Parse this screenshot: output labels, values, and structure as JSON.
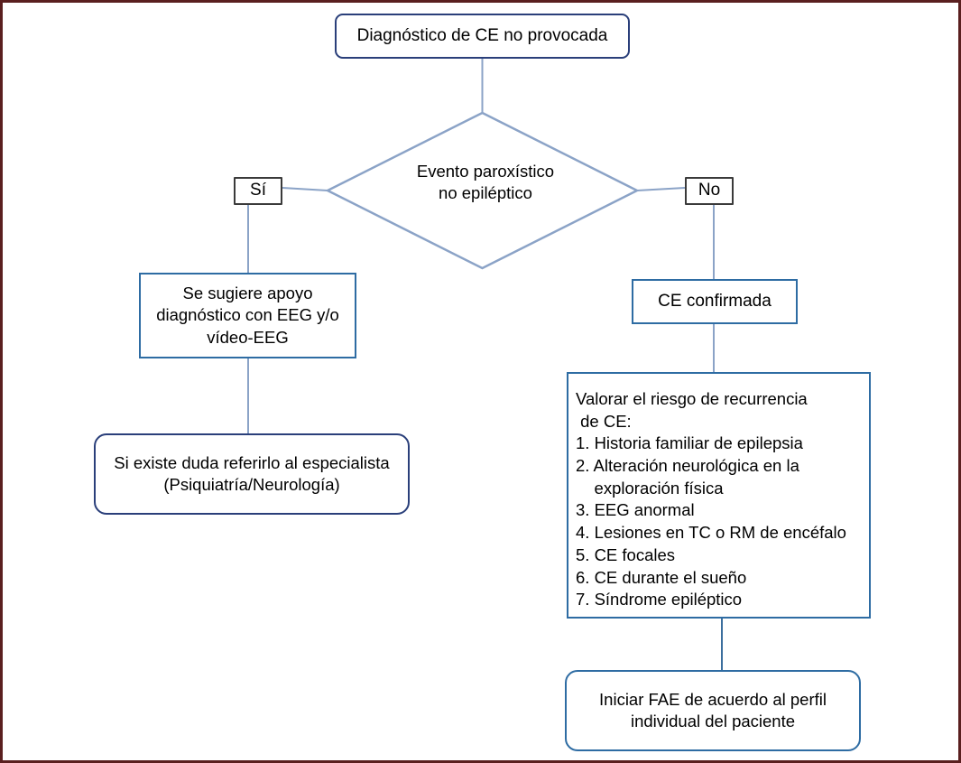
{
  "page": {
    "border_color": "#5a1f1f",
    "background": "#ffffff"
  },
  "palette": {
    "navy": "#2a3f7a",
    "steel_blue": "#2e6ca3",
    "connector": "#8ba3c7",
    "diamond_stroke": "#8ba3c7",
    "label_box_border": "#3a3a3a"
  },
  "flowchart": {
    "title": "Diagnóstico de CE no provocada",
    "nodes": {
      "diagnostico": {
        "label": "Diagnóstico de CE no provocada",
        "shape": "rounded-terminator"
      },
      "decision": {
        "label": "Evento paroxístico\nno epiléptico",
        "shape": "diamond"
      },
      "si": {
        "label": "Sí",
        "shape": "label-box"
      },
      "no": {
        "label": "No",
        "shape": "label-box"
      },
      "apoyo": {
        "label": "Se sugiere apoyo\ndiagnóstico con EEG y/o\nvídeo-EEG",
        "shape": "process"
      },
      "referir": {
        "label": "Si existe duda referirlo al especialista\n(Psiquiatría/Neurología)",
        "shape": "rounded-terminator"
      },
      "confirmada": {
        "label": "CE confirmada",
        "shape": "process"
      },
      "riesgo": {
        "heading_line1": "Valorar el riesgo de recurrencia",
        "heading_line2": " de CE:",
        "items": [
          "1. Historia familiar de epilepsia",
          "2. Alteración neurológica en la",
          "    exploración física",
          "3. EEG anormal",
          "4. Lesiones en TC o RM de encéfalo",
          "5. CE focales",
          "6. CE durante el sueño",
          "7. Síndrome epiléptico"
        ],
        "shape": "process"
      },
      "fae": {
        "label": "Iniciar FAE de acuerdo al perfil\nindividual del paciente",
        "shape": "rounded-terminator"
      }
    },
    "edges": [
      {
        "from": "diagnostico",
        "to": "decision",
        "label": ""
      },
      {
        "from": "decision",
        "to": "si",
        "label": "Sí"
      },
      {
        "from": "decision",
        "to": "no",
        "label": "No"
      },
      {
        "from": "si",
        "to": "apoyo",
        "label": ""
      },
      {
        "from": "apoyo",
        "to": "referir",
        "label": ""
      },
      {
        "from": "no",
        "to": "confirmada",
        "label": ""
      },
      {
        "from": "confirmada",
        "to": "riesgo",
        "label": ""
      },
      {
        "from": "riesgo",
        "to": "fae",
        "label": ""
      }
    ]
  }
}
